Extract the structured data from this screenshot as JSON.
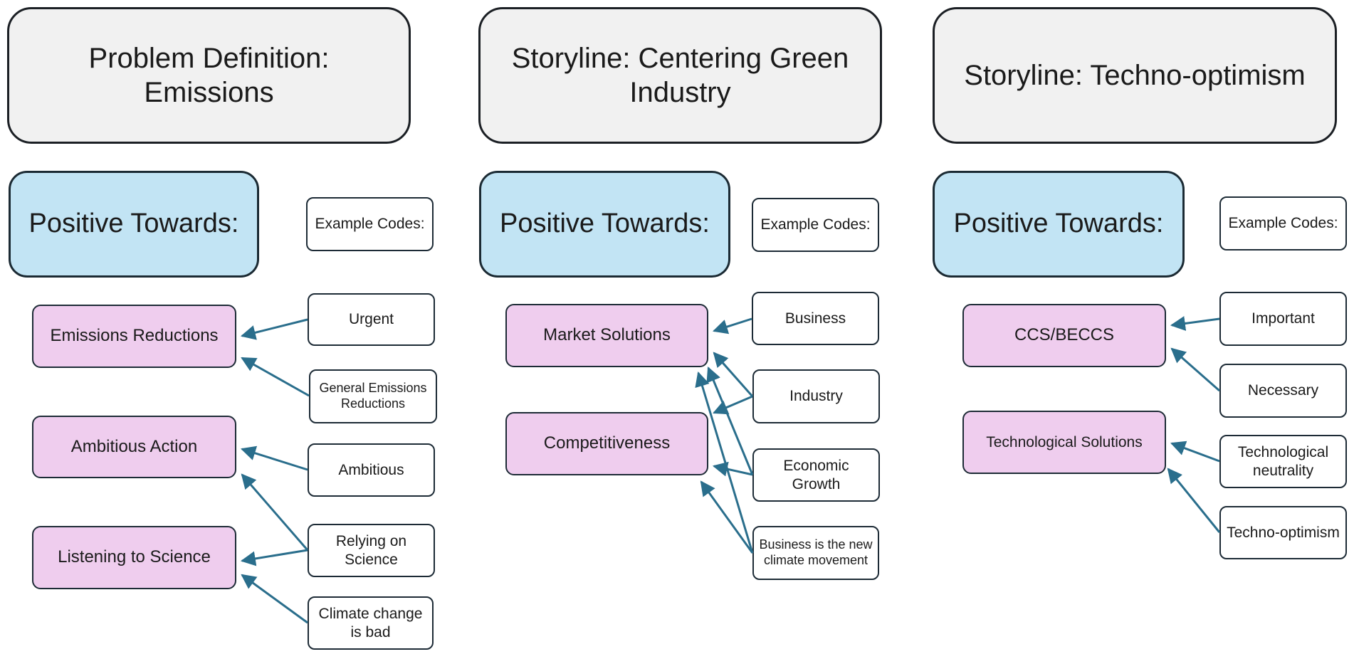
{
  "columns": [
    {
      "header": "Problem Definition: Emissions",
      "positive_label": "Positive Towards:",
      "example_label": "Example Codes:",
      "concepts": [
        "Emissions Reductions",
        "Ambitious Action",
        "Listening to Science"
      ],
      "codes": [
        "Urgent",
        "General Emissions Reductions",
        "Ambitious",
        "Relying on Science",
        "Climate change is bad"
      ]
    },
    {
      "header": "Storyline: Centering Green Industry",
      "positive_label": "Positive Towards:",
      "example_label": "Example Codes:",
      "concepts": [
        "Market Solutions",
        "Competitiveness"
      ],
      "codes": [
        "Business",
        "Industry",
        "Economic Growth",
        "Business is the new climate movement"
      ]
    },
    {
      "header": "Storyline: Techno-optimism",
      "positive_label": "Positive Towards:",
      "example_label": "Example Codes:",
      "concepts": [
        "CCS/BECCS",
        "Technological Solutions"
      ],
      "codes": [
        "Important",
        "Necessary",
        "Technological neutrality",
        "Techno-optimism"
      ]
    }
  ],
  "colors": {
    "header_fill": "#f1f1f1",
    "positive_fill": "#c2e4f4",
    "concept_fill": "#efcdee",
    "code_fill": "#ffffff",
    "arrow": "#2a6e8c"
  },
  "links": [
    {
      "from": "Urgent",
      "to": "Emissions Reductions"
    },
    {
      "from": "General Emissions Reductions",
      "to": "Emissions Reductions"
    },
    {
      "from": "Ambitious",
      "to": "Ambitious Action"
    },
    {
      "from": "Relying on Science",
      "to": "Ambitious Action"
    },
    {
      "from": "Relying on Science",
      "to": "Listening to Science"
    },
    {
      "from": "Climate change is bad",
      "to": "Listening to Science"
    },
    {
      "from": "Business",
      "to": "Market Solutions"
    },
    {
      "from": "Industry",
      "to": "Market Solutions"
    },
    {
      "from": "Industry",
      "to": "Competitiveness"
    },
    {
      "from": "Economic Growth",
      "to": "Market Solutions"
    },
    {
      "from": "Economic Growth",
      "to": "Competitiveness"
    },
    {
      "from": "Business is the new climate movement",
      "to": "Market Solutions"
    },
    {
      "from": "Business is the new climate movement",
      "to": "Competitiveness"
    },
    {
      "from": "Important",
      "to": "CCS/BECCS"
    },
    {
      "from": "Necessary",
      "to": "CCS/BECCS"
    },
    {
      "from": "Technological neutrality",
      "to": "Technological Solutions"
    },
    {
      "from": "Techno-optimism",
      "to": "Technological Solutions"
    }
  ]
}
